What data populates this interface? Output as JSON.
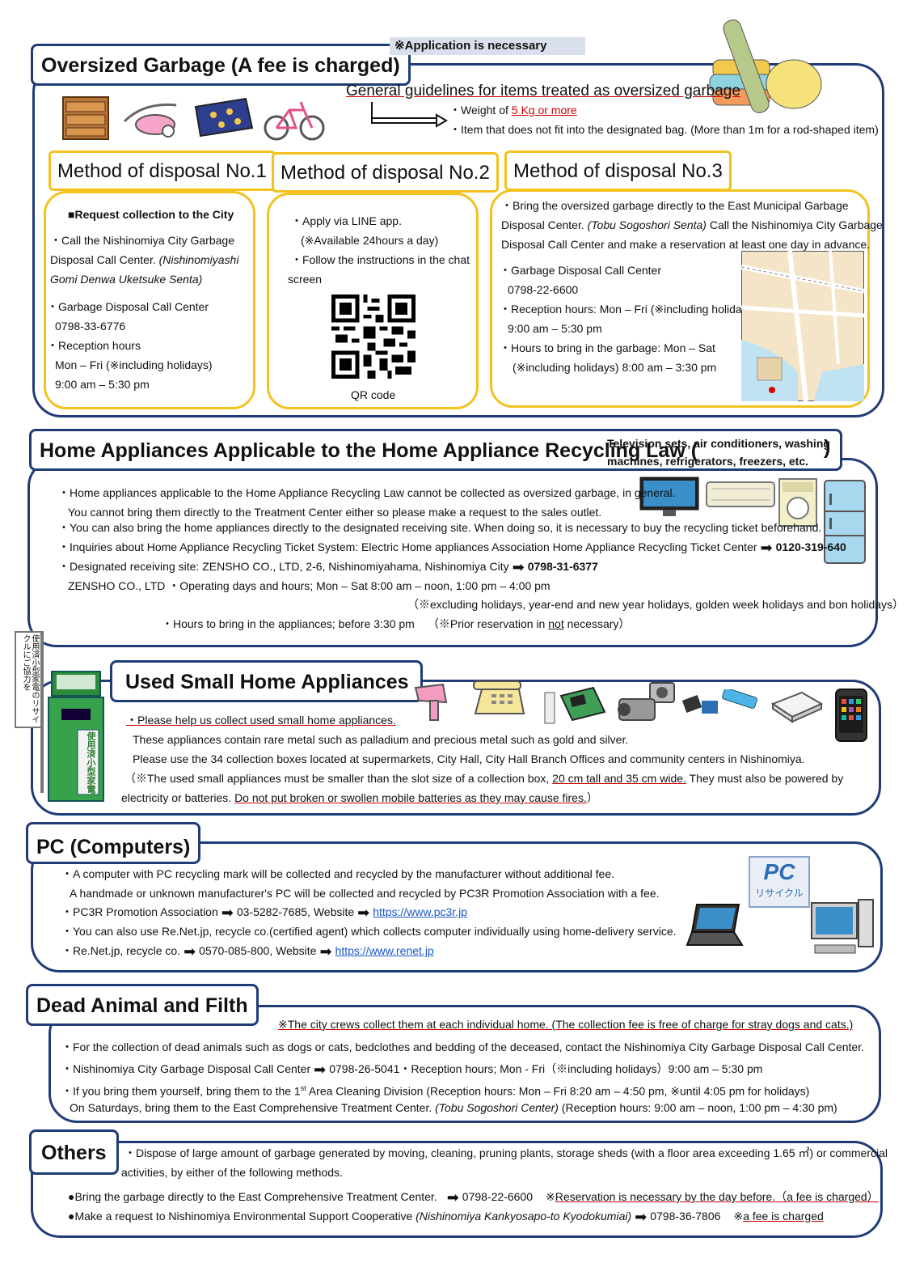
{
  "oversized": {
    "title": "Oversized Garbage (A fee is charged)",
    "application_note": "※Application is necessary",
    "guidelines_title": "General guidelines for items treated as oversized garbage",
    "guideline_1_pre": "・Weight of ",
    "guideline_1_red": "5 Kg or more",
    "guideline_2": "・Item that does not fit into the designated bag. (More than 1m for a rod-shaped item)",
    "method1": {
      "title": "Method of disposal No.1",
      "heading": "■Request collection to the City",
      "line1": "・Call the Nishinomiya City Garbage",
      "line2_pre": "Disposal Call Center. ",
      "line2_italic": "(Nishinomiyashi",
      "line3_italic": "Gomi Denwa Uketsuke Senta)",
      "line4": "・Garbage Disposal Call Center",
      "phone": "0798-33-6776",
      "line6": "・Reception hours",
      "line7": "Mon – Fri (※including holidays)",
      "line8": "9:00 am – 5:30 pm"
    },
    "method2": {
      "title": "Method of disposal No.2",
      "line1": "・Apply via LINE app.",
      "line2": "(※Available 24hours a day)",
      "line3": "・Follow the instructions in the chat",
      "line4": "screen",
      "qr_label": "QR code"
    },
    "method3": {
      "title": "Method of disposal No.3",
      "line1": "・Bring the oversized garbage directly to the East Municipal Garbage",
      "line2_pre": "Disposal Center. ",
      "line2_italic": "(Tobu Sogoshori Senta)",
      "line2_post": "  Call the Nishinomiya City Garbage",
      "line3": "Disposal Call Center and make a reservation at least one day in advance.",
      "line4": "・Garbage Disposal Call Center",
      "phone": "0798-22-6600",
      "line6": "・Reception hours: Mon – Fri (※including holidays)",
      "line7": "9:00 am – 5:30 pm",
      "line8": "・Hours to bring in the garbage: Mon – Sat",
      "line9": "(※including holidays)     8:00 am – 3:30 pm"
    }
  },
  "appliances": {
    "title": "Home Appliances Applicable to the Home Appliance Recycling Law (",
    "title_close": ")",
    "subtitle_1": "Television sets, air conditioners, washing",
    "subtitle_2": "machines, refrigerators, freezers, etc.",
    "line1": "・Home appliances applicable to the Home Appliance Recycling Law cannot be collected as oversized garbage, in general.",
    "line2": "You cannot bring them directly to the Treatment Center either so please make a request to the sales outlet.",
    "line3": "・You can also bring the home appliances directly to the designated receiving site. When doing so, it is necessary to buy the recycling ticket beforehand.",
    "line4": "・Inquiries about Home Appliance Recycling Ticket System: Electric Home appliances Association Home Appliance Recycling Ticket Center",
    "line4_phone": "0120-319-640",
    "line5": "・Designated receiving site: ZENSHO CO., LTD, 2-6, Nishinomiyahama, Nishinomiya City",
    "line5_phone": "0798-31-6377",
    "line6": "ZENSHO CO., LTD ・Operating days and hours; Mon – Sat 8:00 am – noon, 1:00 pm – 4:00 pm",
    "line7": "（※excluding holidays, year-end and new year holidays, golden week holidays and bon holidays）",
    "line8": "・Hours to bring in the appliances; before 3:30 pm",
    "line8b_pre": "（※Prior reservation in ",
    "line8b_ul": "not",
    "line8b_post": " necessary）"
  },
  "small": {
    "title": "Used Small Home Appliances",
    "line1": "・Please help us collect used small home appliances.",
    "line2": "These appliances contain rare metal such as palladium and precious metal such as gold and silver.",
    "line3": "Please use the 34 collection boxes located at supermarkets, City Hall, City Hall Branch Offices and community centers in Nishinomiya.",
    "line4_pre": "（※The used small appliances must be smaller than the slot size of a collection box, ",
    "line4_ul": "20 cm tall and 35 cm wide.",
    "line4_post": " They must also be powered by",
    "line5_pre": "electricity or batteries. ",
    "line5_ul": "Do not put broken or swollen mobile batteries as they may cause fires.",
    "line5_post": "）",
    "banner_text": "使用済小型家電のリサイクルにご協力を",
    "box_text": "使用済小型家電"
  },
  "pc": {
    "title": "PC (Computers)",
    "line1": "・A computer with PC recycling mark will be collected and recycled by the manufacturer without additional fee.",
    "line2": "A handmade or unknown manufacturer's PC will be collected and recycled by PC3R Promotion Association with a fee.",
    "line3_pre": "・PC3R Promotion Association",
    "line3_phone": "03-5282-7685,    Website",
    "line3_link": "https://www.pc3r.jp",
    "line4": "・You can also use Re.Net.jp, recycle co.(certified agent) which collects computer individually using home-delivery service.",
    "line5_pre": "・Re.Net.jp, recycle co.",
    "line5_phone": "0570-085-800, Website",
    "line5_link": "https://www.renet.jp",
    "mark_top": "PC",
    "mark_bottom": "リサイクル"
  },
  "dead": {
    "title": "Dead Animal and Filth",
    "note": "※The city crews collect them at each individual home. (The collection fee is free of charge for stray dogs and cats.)",
    "line1": "・For the collection of dead animals such as dogs or cats, bedclothes and bedding of the deceased, contact the Nishinomiya City Garbage Disposal Call Center.",
    "line2_pre": "・Nishinomiya City Garbage Disposal Call Center",
    "line2_post": "0798-26-5041・Reception hours; Mon - Fri（※including holidays）9:00 am – 5:30 pm",
    "line3_pre": "・If you bring them yourself, bring them to the 1",
    "line3_sup": "st",
    "line3_post": " Area Cleaning Division (Reception hours: Mon – Fri 8:20 am – 4:50 pm,  ※until 4:05 pm for holidays)",
    "line4_pre": "On Saturdays, bring them to the East Comprehensive Treatment Center. ",
    "line4_italic": "(Tobu Sogoshori Center)",
    "line4_post": " (Reception hours: 9:00 am – noon, 1:00 pm – 4:30 pm)"
  },
  "others": {
    "title": "Others",
    "line1": "・Dispose of large amount of garbage generated by moving, cleaning, pruning plants, storage sheds (with a floor area exceeding 1.65 ㎡) or commercial",
    "line2": "activities, by either of the following methods.",
    "line3_pre": "●Bring the garbage directly to the East Comprehensive Treatment Center.",
    "line3_phone": "0798-22-6600",
    "line3_note_pre": "※",
    "line3_note": "Reservation is necessary by the day before.（a fee is charged）",
    "line4_pre": "●Make a request to Nishinomiya Environmental Support Cooperative ",
    "line4_italic": "(Nishinomiya Kankyosapo-to Kyodokumiai)",
    "line4_phone": "0798-36-7806",
    "line4_note_pre": "※",
    "line4_note": "a fee is charged"
  },
  "colors": {
    "navy": "#1f3b78",
    "yellow": "#f3c21e",
    "red": "#cc0000",
    "link": "#1a56c9"
  }
}
